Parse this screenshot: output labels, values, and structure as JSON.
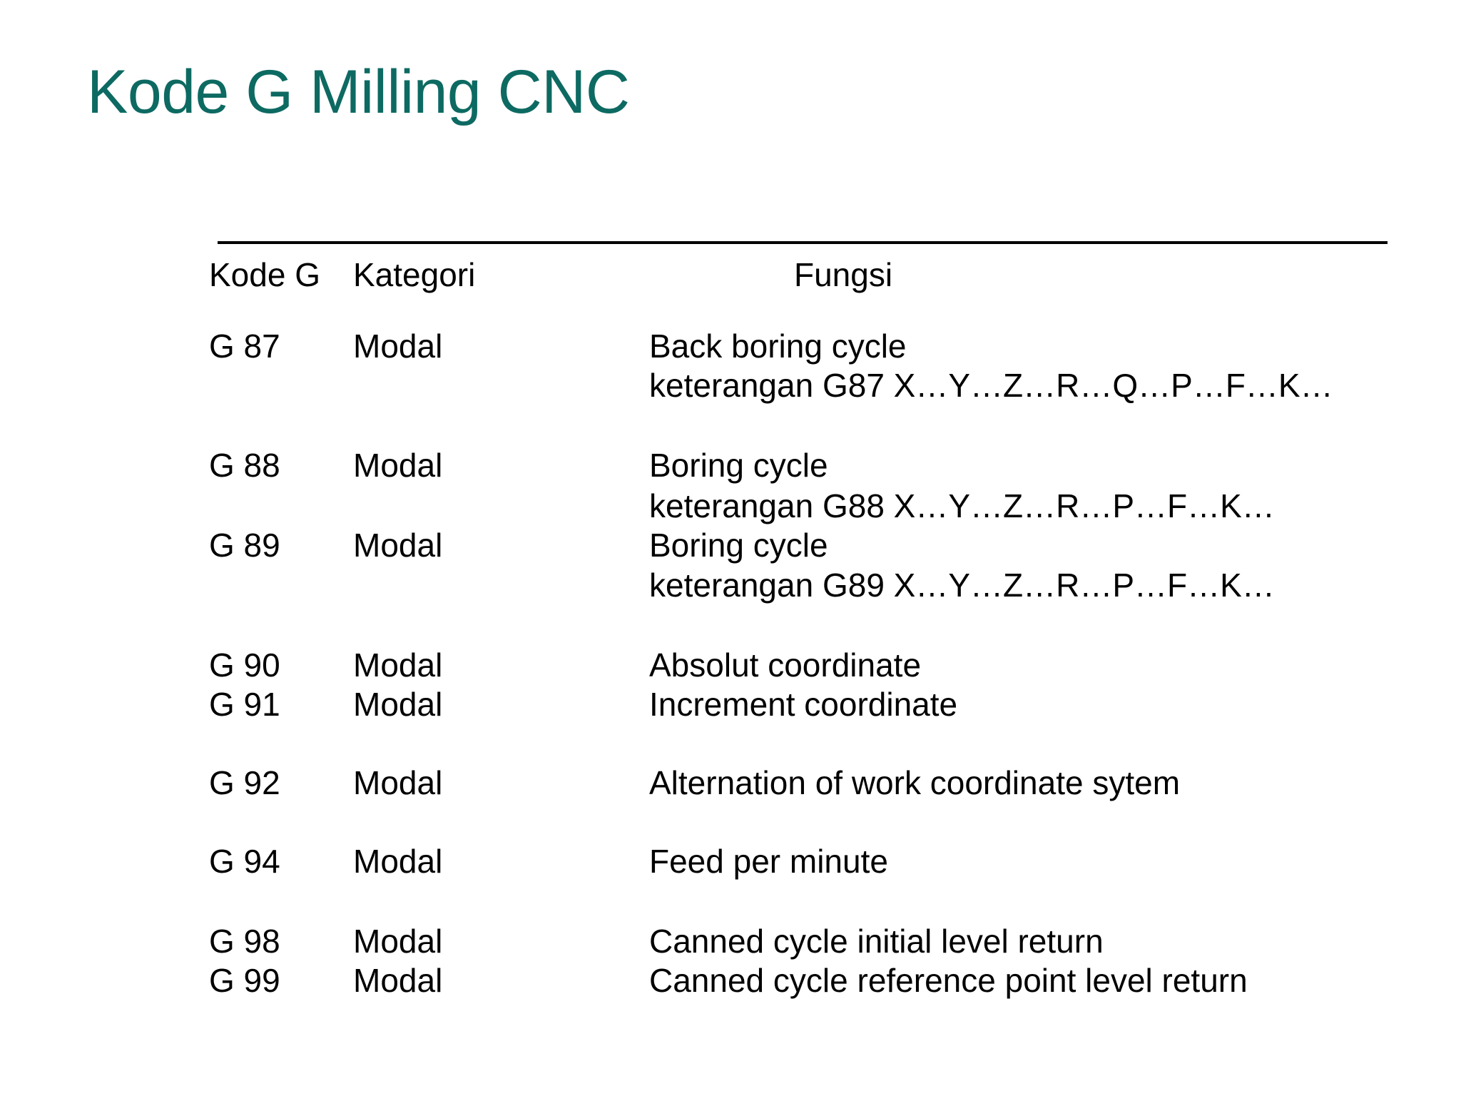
{
  "slide": {
    "title": "Kode G Milling CNC",
    "title_color": "#0d6a62",
    "background_color": "#ffffff",
    "text_color": "#000000",
    "rule_color": "#000000"
  },
  "table": {
    "headers": {
      "code": "Kode G",
      "category": "Kategori",
      "function": "Fungsi"
    },
    "rows": [
      {
        "code": "G 87",
        "category": "Modal",
        "function": "Back boring cycle",
        "function_detail": "keterangan G87 X…Y…Z…R…Q…P…F…K…"
      },
      {
        "code": "G 88",
        "category": "Modal",
        "function": "Boring cycle",
        "function_detail": "keterangan G88 X…Y…Z…R…P…F…K…"
      },
      {
        "code": "G 89",
        "category": "Modal",
        "function": "Boring cycle",
        "function_detail": "keterangan G89 X…Y…Z…R…P…F…K…"
      },
      {
        "code": "G 90",
        "category": "Modal",
        "function": "Absolut coordinate",
        "function_detail": ""
      },
      {
        "code": "G 91",
        "category": "Modal",
        "function": "Increment coordinate",
        "function_detail": ""
      },
      {
        "code": "G 92",
        "category": "Modal",
        "function": "Alternation of work coordinate sytem",
        "function_detail": ""
      },
      {
        "code": "G 94",
        "category": "Modal",
        "function": "Feed per minute",
        "function_detail": ""
      },
      {
        "code": "G 98",
        "category": "Modal",
        "function": "Canned cycle initial level return",
        "function_detail": ""
      },
      {
        "code": "G 99",
        "category": "Modal",
        "function": "Canned cycle reference point level return",
        "function_detail": ""
      }
    ]
  }
}
